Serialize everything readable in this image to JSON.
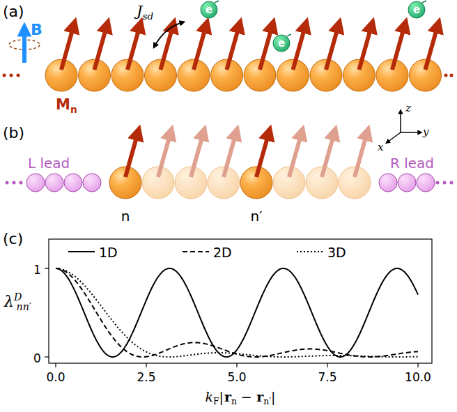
{
  "diagram": {
    "labels": [
      "(a)",
      "B",
      "J",
      "sd",
      "e",
      "e",
      "e",
      "M",
      "n",
      "z",
      "y",
      "x",
      "(b)",
      "L lead",
      "R lead",
      "n",
      "n′",
      "(c)",
      "1",
      "0",
      "0.0",
      "2.5",
      "5.0",
      "7.5",
      "10.0",
      "λ",
      "D",
      "nn′",
      "k",
      "F",
      "|",
      "r",
      "n",
      "−",
      "r",
      "n′",
      "|"
    ],
    "legend": [
      {
        "text": "1D"
      },
      {
        "text": "2D"
      },
      {
        "text": "3D"
      }
    ]
  }
}
